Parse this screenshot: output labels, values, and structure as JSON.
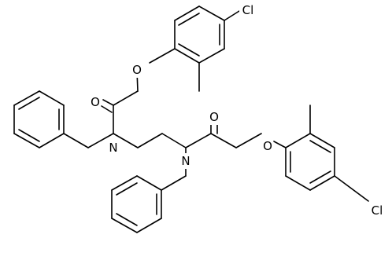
{
  "structure": {
    "atom_labels": {
      "cl_top": "Cl",
      "o_ether_top": "O",
      "o_carbonyl_top": "O",
      "n_left": "N",
      "n_right": "N",
      "o_carbonyl_right": "O",
      "o_ether_right": "O",
      "cl_right": "Cl"
    }
  }
}
